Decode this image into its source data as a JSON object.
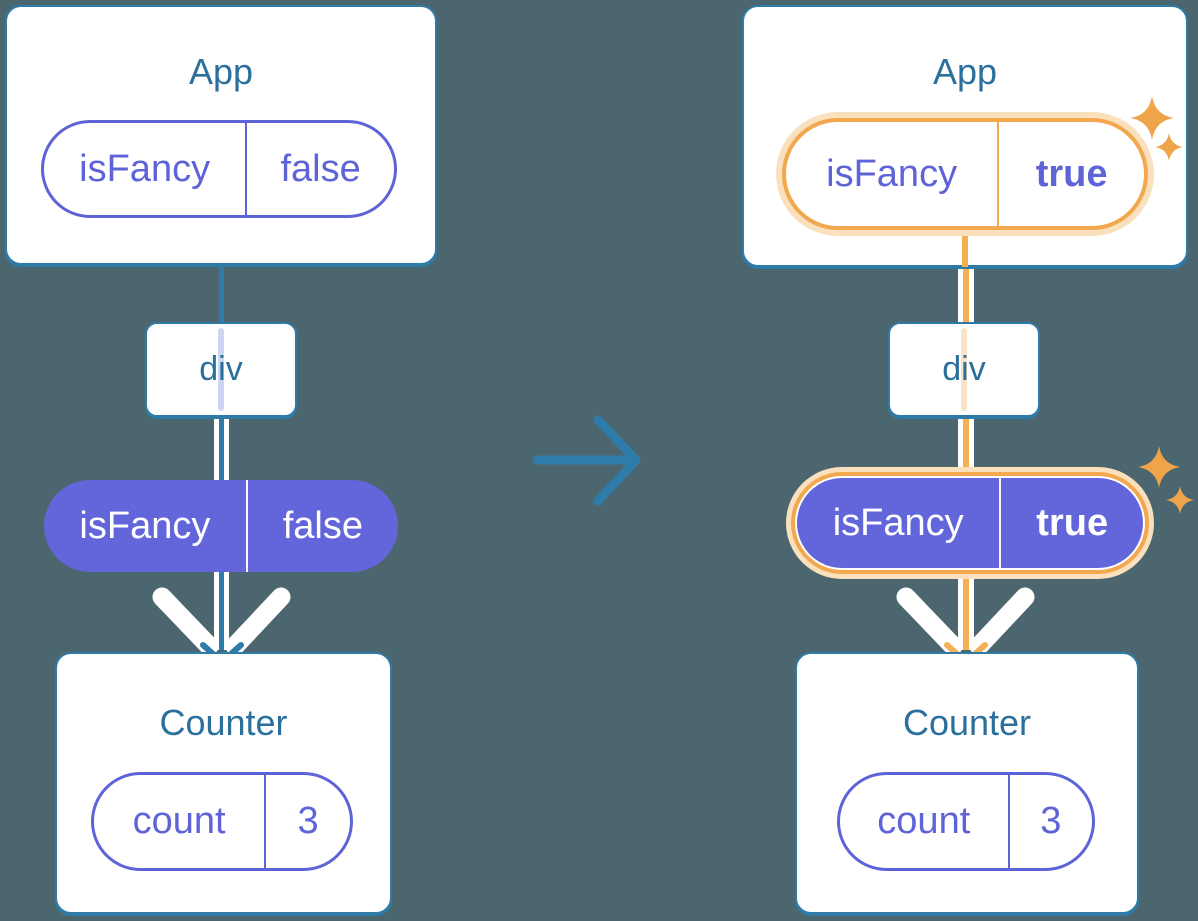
{
  "colors": {
    "background": "#4C6670",
    "card-bg": "#FFFFFF",
    "card-border": "#2E7BA8",
    "heading": "#2B6F9C",
    "purple": "#5E63D8",
    "purple-fill": "#6366DB",
    "teal-line": "#2E7CA9",
    "lavender-line": "#CBD6F0",
    "peach-line": "#FAE4C6",
    "orange": "#F2A84F",
    "orange-line": "#F5AF55",
    "orange-halo": "#FAE0BC",
    "sparkle": "#F0A44A"
  },
  "left_tree": {
    "app": {
      "title": "App",
      "state": {
        "key": "isFancy",
        "value": "false"
      }
    },
    "div": {
      "label": "div"
    },
    "prop": {
      "key": "isFancy",
      "value": "false"
    },
    "counter": {
      "title": "Counter",
      "state": {
        "key": "count",
        "value": "3"
      }
    }
  },
  "right_tree": {
    "app": {
      "title": "App",
      "state": {
        "key": "isFancy",
        "value": "true"
      }
    },
    "div": {
      "label": "div"
    },
    "prop": {
      "key": "isFancy",
      "value": "true"
    },
    "counter": {
      "title": "Counter",
      "state": {
        "key": "count",
        "value": "3"
      }
    }
  }
}
